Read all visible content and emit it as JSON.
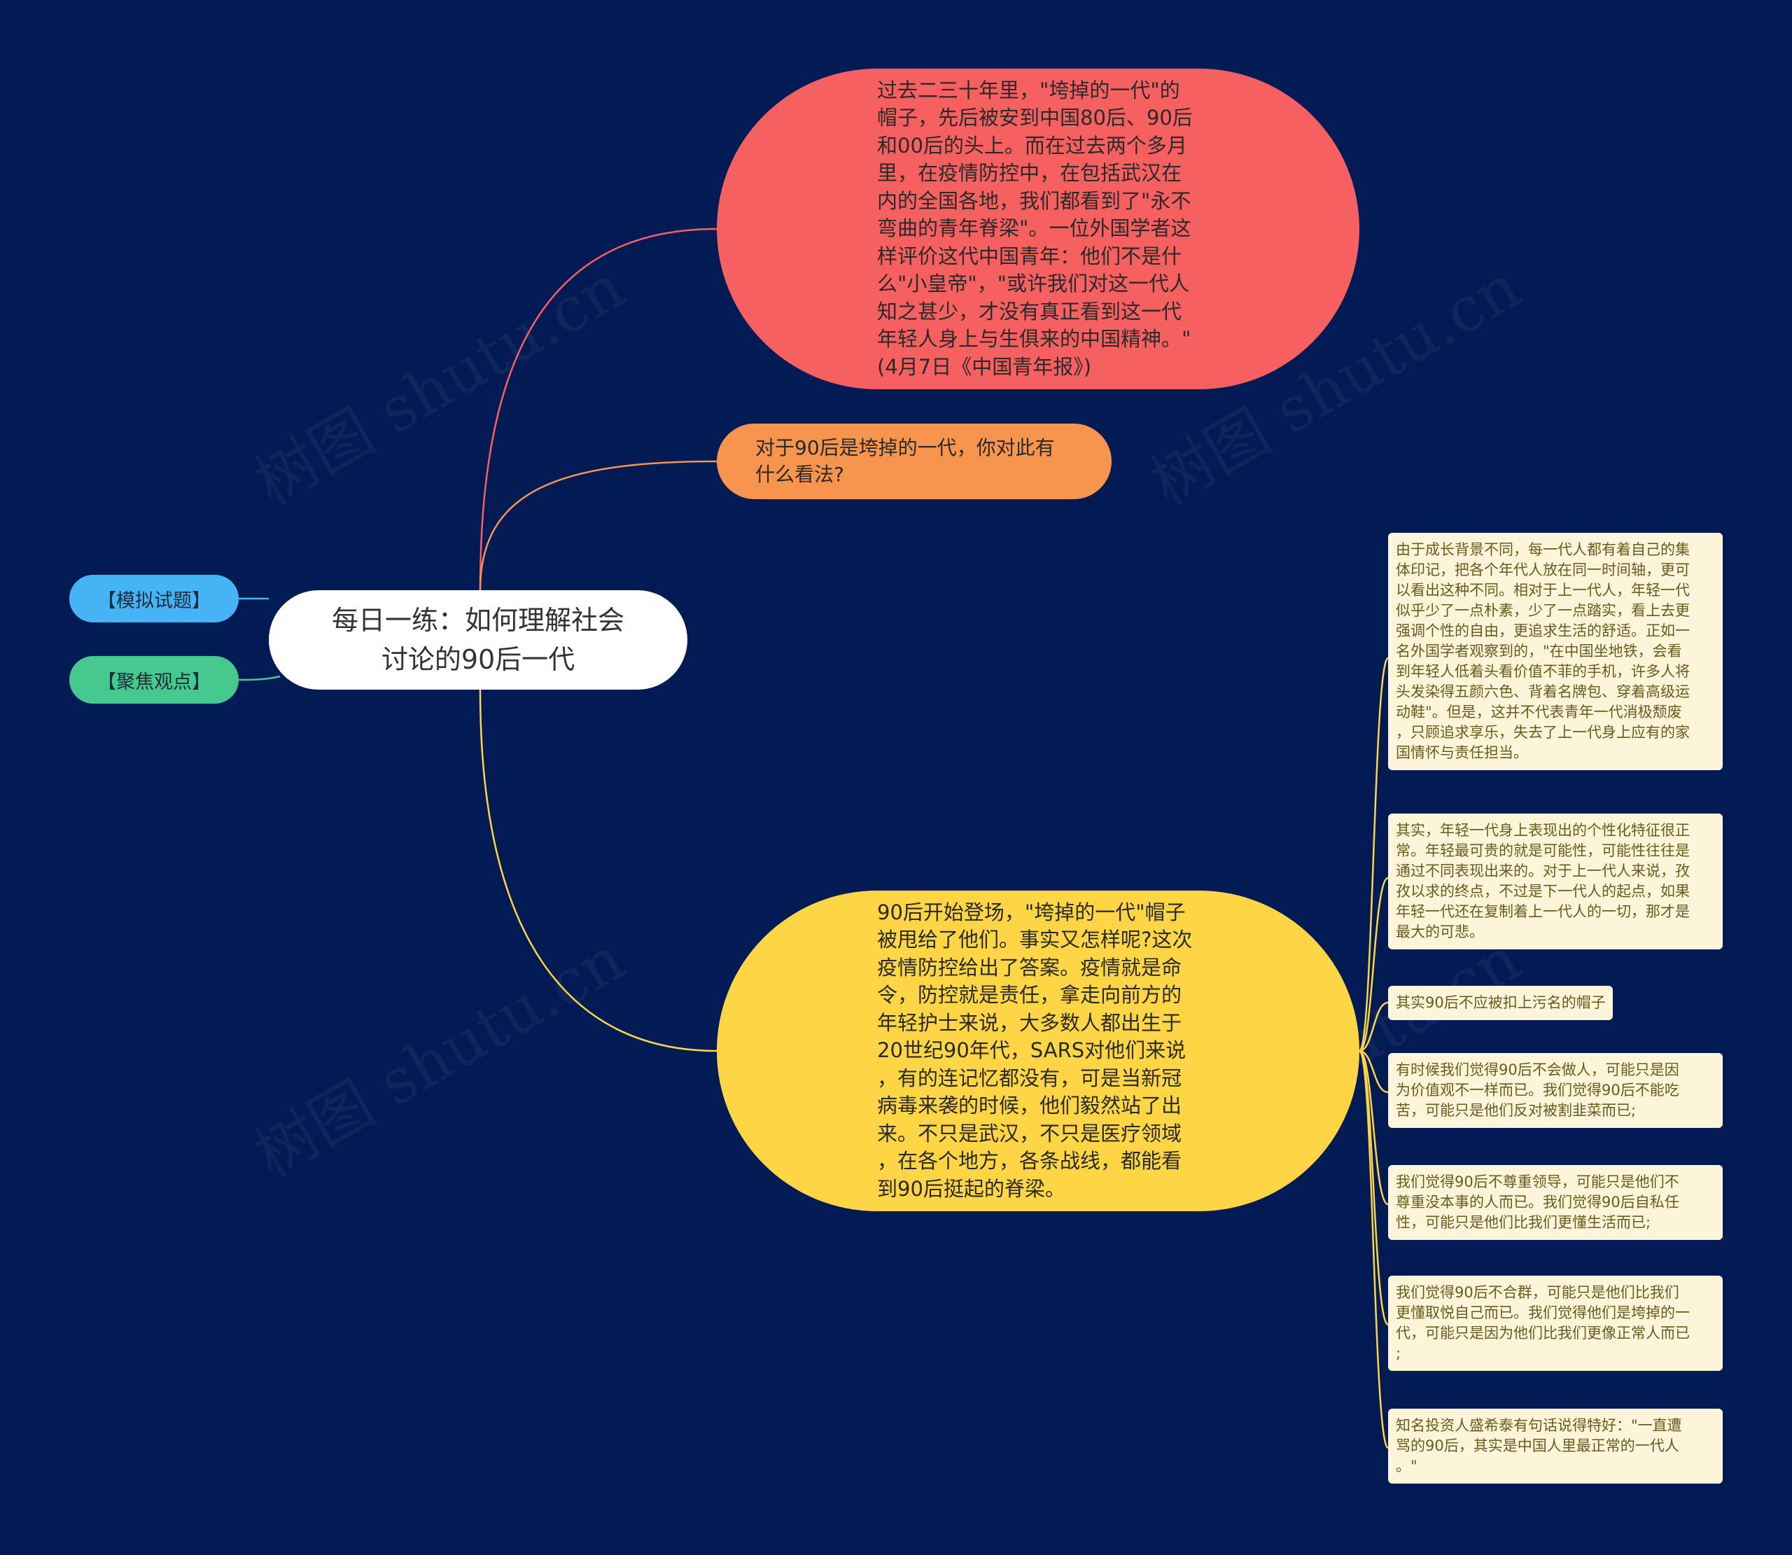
{
  "root": {
    "label": "每日一练：如何理解社会\n讨论的90后一代"
  },
  "left_tags": [
    {
      "label": "【模拟试题】",
      "color": "#44b4f5"
    },
    {
      "label": "【聚焦观点】",
      "color": "#46c98f"
    }
  ],
  "branches": {
    "red": {
      "color": "#f66060",
      "text": "过去二三十年里，\"垮掉的一代\"的\n帽子，先后被安到中国80后、90后\n和00后的头上。而在过去两个多月\n里，在疫情防控中，在包括武汉在\n内的全国各地，我们都看到了\"永不\n弯曲的青年脊梁\"。一位外国学者这\n样评价这代中国青年：他们不是什\n么\"小皇帝\"，\"或许我们对这一代人\n知之甚少，才没有真正看到这一代\n年轻人身上与生俱来的中国精神。\"\n(4月7日《中国青年报》)"
    },
    "orange": {
      "color": "#f7944d",
      "text": "对于90后是垮掉的一代，你对此有\n什么看法?"
    },
    "yellow": {
      "color": "#fdd545",
      "text": "90后开始登场，\"垮掉的一代\"帽子\n被甩给了他们。事实又怎样呢?这次\n疫情防控给出了答案。疫情就是命\n令，防控就是责任，拿走向前方的\n年轻护士来说，大多数人都出生于\n20世纪90年代，SARS对他们来说\n，有的连记忆都没有，可是当新冠\n病毒来袭的时候，他们毅然站了出\n来。不只是武汉，不只是医疗领域\n，在各个地方，各条战线，都能看\n到90后挺起的脊梁。"
    }
  },
  "leaves": [
    "由于成长背景不同，每一代人都有着自己的集\n体印记，把各个年代人放在同一时间轴，更可\n以看出这种不同。相对于上一代人，年轻一代\n似乎少了一点朴素，少了一点踏实，看上去更\n强调个性的自由，更追求生活的舒适。正如一\n名外国学者观察到的，\"在中国坐地铁，会看\n到年轻人低着头看价值不菲的手机，许多人将\n头发染得五颜六色、背着名牌包、穿着高级运\n动鞋\"。但是，这并不代表青年一代消极颓废\n，只顾追求享乐，失去了上一代身上应有的家\n国情怀与责任担当。",
    "其实，年轻一代身上表现出的个性化特征很正\n常。年轻最可贵的就是可能性，可能性往往是\n通过不同表现出来的。对于上一代人来说，孜\n孜以求的终点，不过是下一代人的起点，如果\n年轻一代还在复制着上一代人的一切，那才是\n最大的可悲。",
    "其实90后不应被扣上污名的帽子",
    "有时候我们觉得90后不会做人，可能只是因\n为价值观不一样而已。我们觉得90后不能吃\n苦，可能只是他们反对被割韭菜而已;",
    "我们觉得90后不尊重领导，可能只是他们不\n尊重没本事的人而已。我们觉得90后自私任\n性，可能只是他们比我们更懂生活而已;",
    "我们觉得90后不合群，可能只是他们比我们\n更懂取悦自己而已。我们觉得他们是垮掉的一\n代，可能只是因为他们比我们更像正常人而已\n;",
    "知名投资人盛希泰有句话说得特好：\"一直遭\n骂的90后，其实是中国人里最正常的一代人\n。\""
  ],
  "watermark": "树图 shutu.cn",
  "link_colors": {
    "red": "#f66060",
    "orange": "#f7944d",
    "yellow": "#fdd545",
    "tag_blue": "#44b4f5",
    "tag_green": "#46c98f"
  }
}
